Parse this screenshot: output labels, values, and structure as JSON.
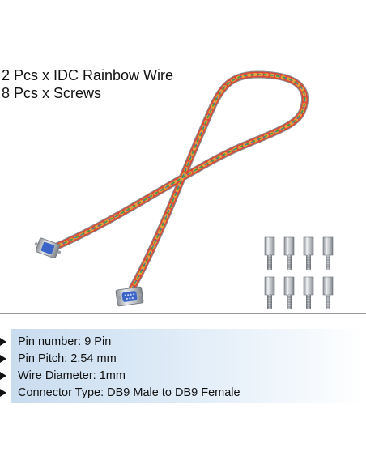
{
  "headline": {
    "line1": "2 Pcs x IDC Rainbow Wire",
    "line2": "8 Pcs x Screws"
  },
  "specs": [
    "Pin number: 9 Pin",
    "Pin Pitch: 2.54 mm",
    "Wire Diameter: 1mm",
    "Connector Type: DB9 Male to DB9 Female"
  ],
  "colors": {
    "text": "#111111",
    "divider": "#9a9a9a",
    "spec_box": "#d8e7f5",
    "connector_blue": "#3b64c8",
    "connector_metal": "#b8bcc2"
  },
  "icons": {
    "bullet": "triangle-right-icon",
    "product": "ribbon-cable-image",
    "screws": "hex-standoff-screw-icon"
  }
}
